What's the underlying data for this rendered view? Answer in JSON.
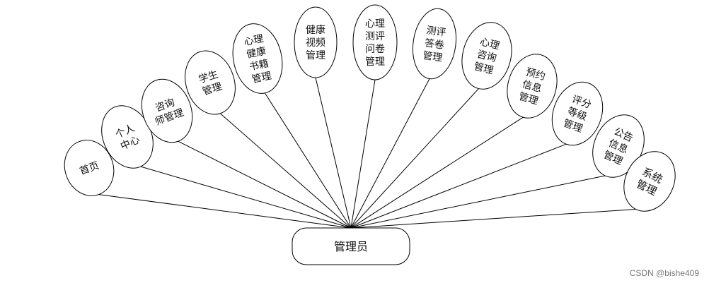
{
  "diagram": {
    "root": {
      "label": "管理员"
    },
    "nodes": [
      {
        "id": "home",
        "lines": [
          "首页"
        ]
      },
      {
        "id": "personal-center",
        "lines": [
          "个人",
          "中心"
        ]
      },
      {
        "id": "counselor-management",
        "lines": [
          "咨询",
          "师管理"
        ]
      },
      {
        "id": "student-management",
        "lines": [
          "学生",
          "管理"
        ]
      },
      {
        "id": "psych-books-management",
        "lines": [
          "心理",
          "健康",
          "书籍",
          "管理"
        ]
      },
      {
        "id": "health-video-management",
        "lines": [
          "健康",
          "视频",
          "管理"
        ]
      },
      {
        "id": "psych-questionnaire-management",
        "lines": [
          "心理",
          "测评",
          "问卷",
          "管理"
        ]
      },
      {
        "id": "answer-sheet-management",
        "lines": [
          "测评",
          "答卷",
          "管理"
        ]
      },
      {
        "id": "psych-consult-management",
        "lines": [
          "心理",
          "咨询",
          "管理"
        ]
      },
      {
        "id": "appointment-info-management",
        "lines": [
          "预约",
          "信息",
          "管理"
        ]
      },
      {
        "id": "rating-level-management",
        "lines": [
          "评分",
          "等级",
          "管理"
        ]
      },
      {
        "id": "notice-info-management",
        "lines": [
          "公告",
          "信息",
          "管理"
        ]
      },
      {
        "id": "system-management",
        "lines": [
          "系统",
          "管理"
        ]
      }
    ]
  },
  "watermark": "CSDN @bishe409"
}
